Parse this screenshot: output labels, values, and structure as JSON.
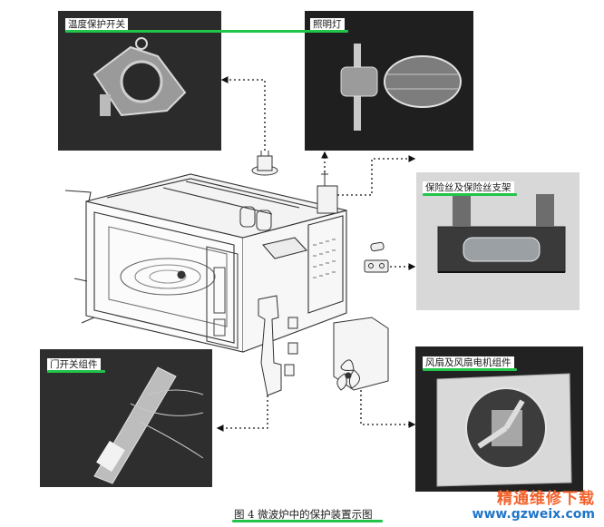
{
  "labels": {
    "thermal_switch": "温度保护开关",
    "lamp": "照明灯",
    "fuse": "保险丝及保险丝支架",
    "door_switch": "门开关组件",
    "fan": "风扇及风扇电机组件"
  },
  "caption": "图 4  微波炉中的保护装置示图",
  "watermark": {
    "title": "精通维修下载",
    "url": "www.gzweix.com"
  },
  "colors": {
    "highlight": "#22c44a",
    "watermark_title": "#f2612a",
    "watermark_url": "#1f74c9"
  }
}
